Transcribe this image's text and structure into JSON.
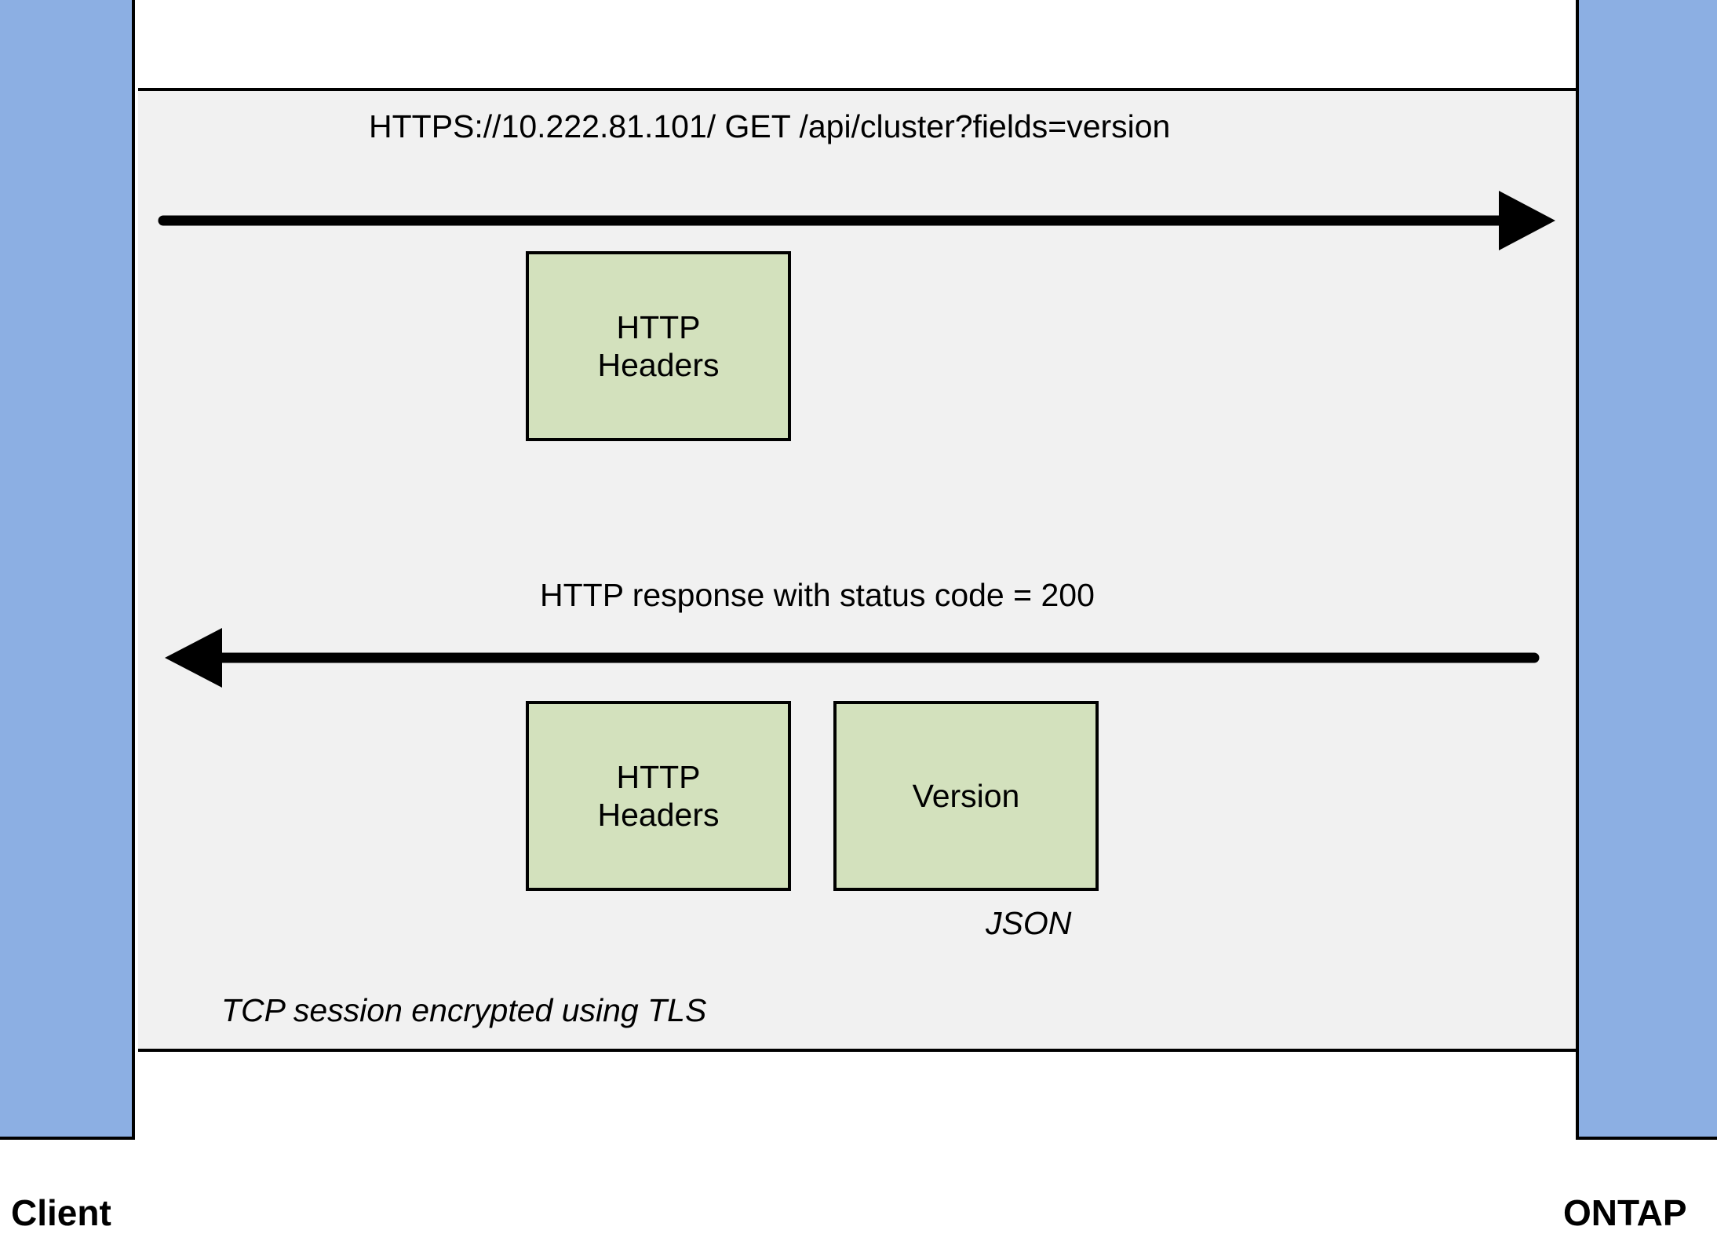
{
  "diagram": {
    "title_semantics": "ONTAP REST API request/response over TLS",
    "endpoints": {
      "left_label": "Client",
      "right_label": "ONTAP"
    },
    "session": {
      "annotation": "TCP session encrypted using TLS",
      "background_color": "#F1F1F1",
      "border_color": "#000000"
    },
    "pillar_color": "#8CAFE3",
    "payload_color": "#D3E1BD",
    "flows": [
      {
        "name": "request",
        "direction": "left-to-right",
        "label": "HTTPS://10.222.81.101/   GET /api/cluster?fields=version",
        "payloads": [
          {
            "name": "http-headers",
            "line1": "HTTP",
            "line2": "Headers"
          }
        ]
      },
      {
        "name": "response",
        "direction": "right-to-left",
        "label": "HTTP response with status code = 200",
        "payloads": [
          {
            "name": "http-headers",
            "line1": "HTTP",
            "line2": "Headers"
          },
          {
            "name": "version-body",
            "line1": "Version",
            "line2": ""
          }
        ],
        "payload_format_annotation": "JSON"
      }
    ]
  }
}
